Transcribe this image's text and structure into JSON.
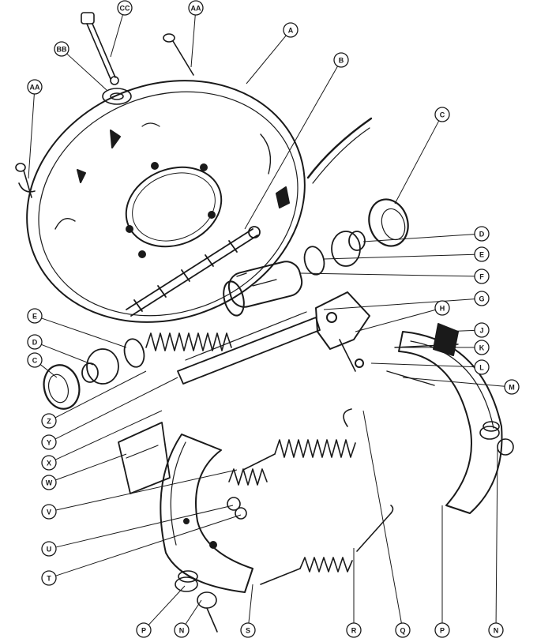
{
  "diagram": {
    "callouts": [
      {
        "id": "cc",
        "label": "CC"
      },
      {
        "id": "aa-top",
        "label": "AA"
      },
      {
        "id": "a",
        "label": "A"
      },
      {
        "id": "bb",
        "label": "BB"
      },
      {
        "id": "b",
        "label": "B"
      },
      {
        "id": "aa-left",
        "label": "AA"
      },
      {
        "id": "c-right",
        "label": "C"
      },
      {
        "id": "d-right",
        "label": "D"
      },
      {
        "id": "e-right",
        "label": "E"
      },
      {
        "id": "f",
        "label": "F"
      },
      {
        "id": "g",
        "label": "G"
      },
      {
        "id": "h",
        "label": "H"
      },
      {
        "id": "j",
        "label": "J"
      },
      {
        "id": "k",
        "label": "K"
      },
      {
        "id": "l",
        "label": "L"
      },
      {
        "id": "m",
        "label": "M"
      },
      {
        "id": "e-left",
        "label": "E"
      },
      {
        "id": "d-left",
        "label": "D"
      },
      {
        "id": "c-left",
        "label": "C"
      },
      {
        "id": "z",
        "label": "Z"
      },
      {
        "id": "y",
        "label": "Y"
      },
      {
        "id": "x",
        "label": "X"
      },
      {
        "id": "w",
        "label": "W"
      },
      {
        "id": "v",
        "label": "V"
      },
      {
        "id": "u",
        "label": "U"
      },
      {
        "id": "t",
        "label": "T"
      },
      {
        "id": "p-left",
        "label": "P"
      },
      {
        "id": "n-left",
        "label": "N"
      },
      {
        "id": "s",
        "label": "S"
      },
      {
        "id": "r",
        "label": "R"
      },
      {
        "id": "q",
        "label": "Q"
      },
      {
        "id": "p-right",
        "label": "P"
      },
      {
        "id": "n-right",
        "label": "N"
      }
    ]
  }
}
